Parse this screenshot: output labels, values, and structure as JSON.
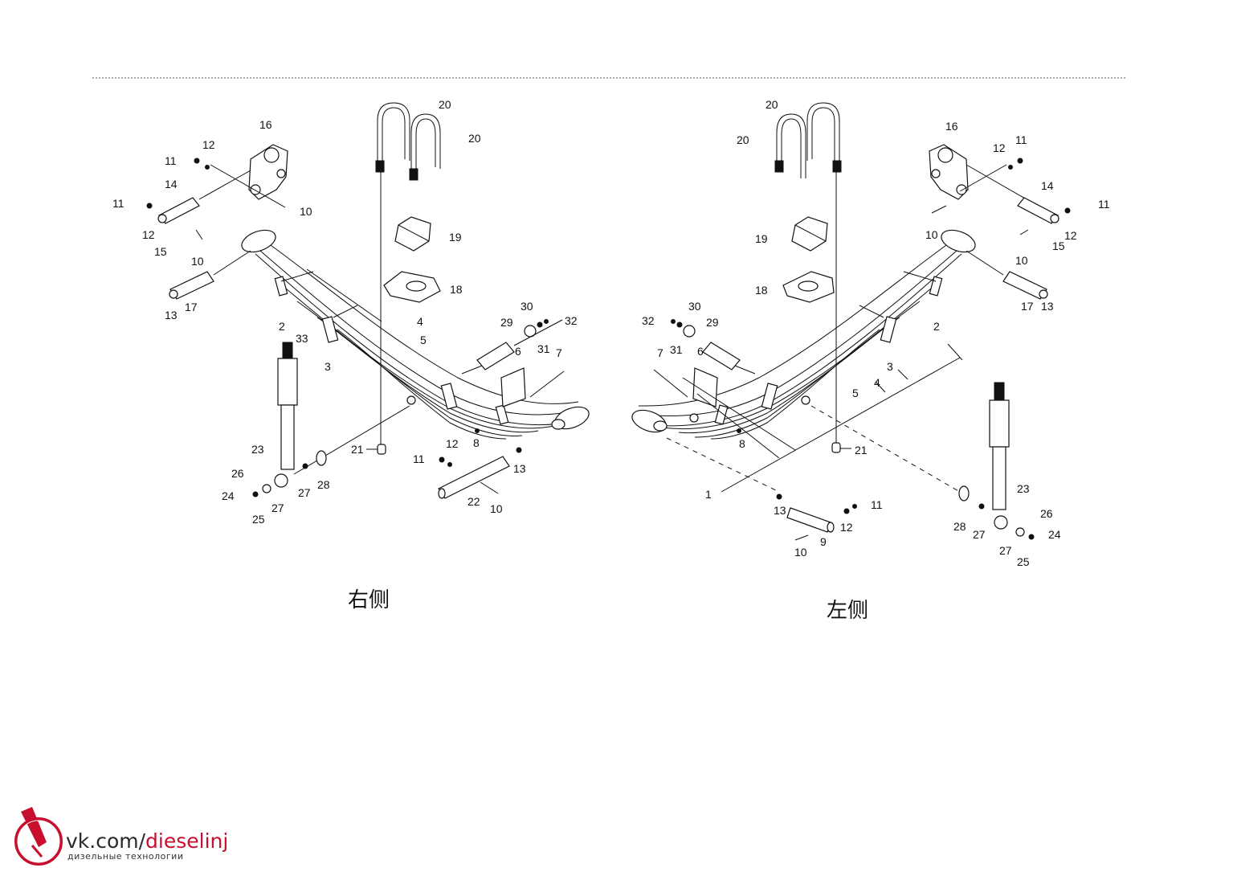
{
  "sides": {
    "right": "右侧",
    "left": "左侧"
  },
  "watermark": {
    "prefix": "vk.com/",
    "handle": "dieselinj",
    "subtitle": "дизельные технологии",
    "accent_color": "#c8102e"
  },
  "right_labels": {
    "l16": "16",
    "l12a": "12",
    "l11a": "11",
    "l14": "14",
    "l11b": "11",
    "l12b": "12",
    "l15": "15",
    "l10a": "10",
    "l10b": "10",
    "l13a": "13",
    "l17": "17",
    "l2": "2",
    "l33": "33",
    "l3": "3",
    "l4": "4",
    "l5": "5",
    "l20a": "20",
    "l20b": "20",
    "l19": "19",
    "l18": "18",
    "l30": "30",
    "l29": "29",
    "l32": "32",
    "l31": "31",
    "l6": "6",
    "l7": "7",
    "l8": "8",
    "l23": "23",
    "l21": "21",
    "l12c": "12",
    "l11c": "11",
    "l13b": "13",
    "l22": "22",
    "l10c": "10",
    "l26": "26",
    "l24": "24",
    "l25": "25",
    "l27a": "27",
    "l27b": "27",
    "l28": "28"
  },
  "left_labels": {
    "l20a": "20",
    "l20b": "20",
    "l16": "16",
    "l12a": "12",
    "l11a": "11",
    "l14": "14",
    "l11b": "11",
    "l12b": "12",
    "l15": "15",
    "l10a": "10",
    "l10b": "10",
    "l19": "19",
    "l18": "18",
    "l17": "17",
    "l13a": "13",
    "l30": "30",
    "l32": "32",
    "l29": "29",
    "l31": "31",
    "l6": "6",
    "l7": "7",
    "l2": "2",
    "l3": "3",
    "l4": "4",
    "l5": "5",
    "l8": "8",
    "l21": "21",
    "l1": "1",
    "l13b": "13",
    "l11c": "11",
    "l12c": "12",
    "l10c": "10",
    "l9": "9",
    "l23": "23",
    "l26": "26",
    "l24": "24",
    "l28": "28",
    "l27a": "27",
    "l27b": "27",
    "l25": "25"
  },
  "icons": {
    "watermark_logo": "fuel-injector-icon"
  }
}
